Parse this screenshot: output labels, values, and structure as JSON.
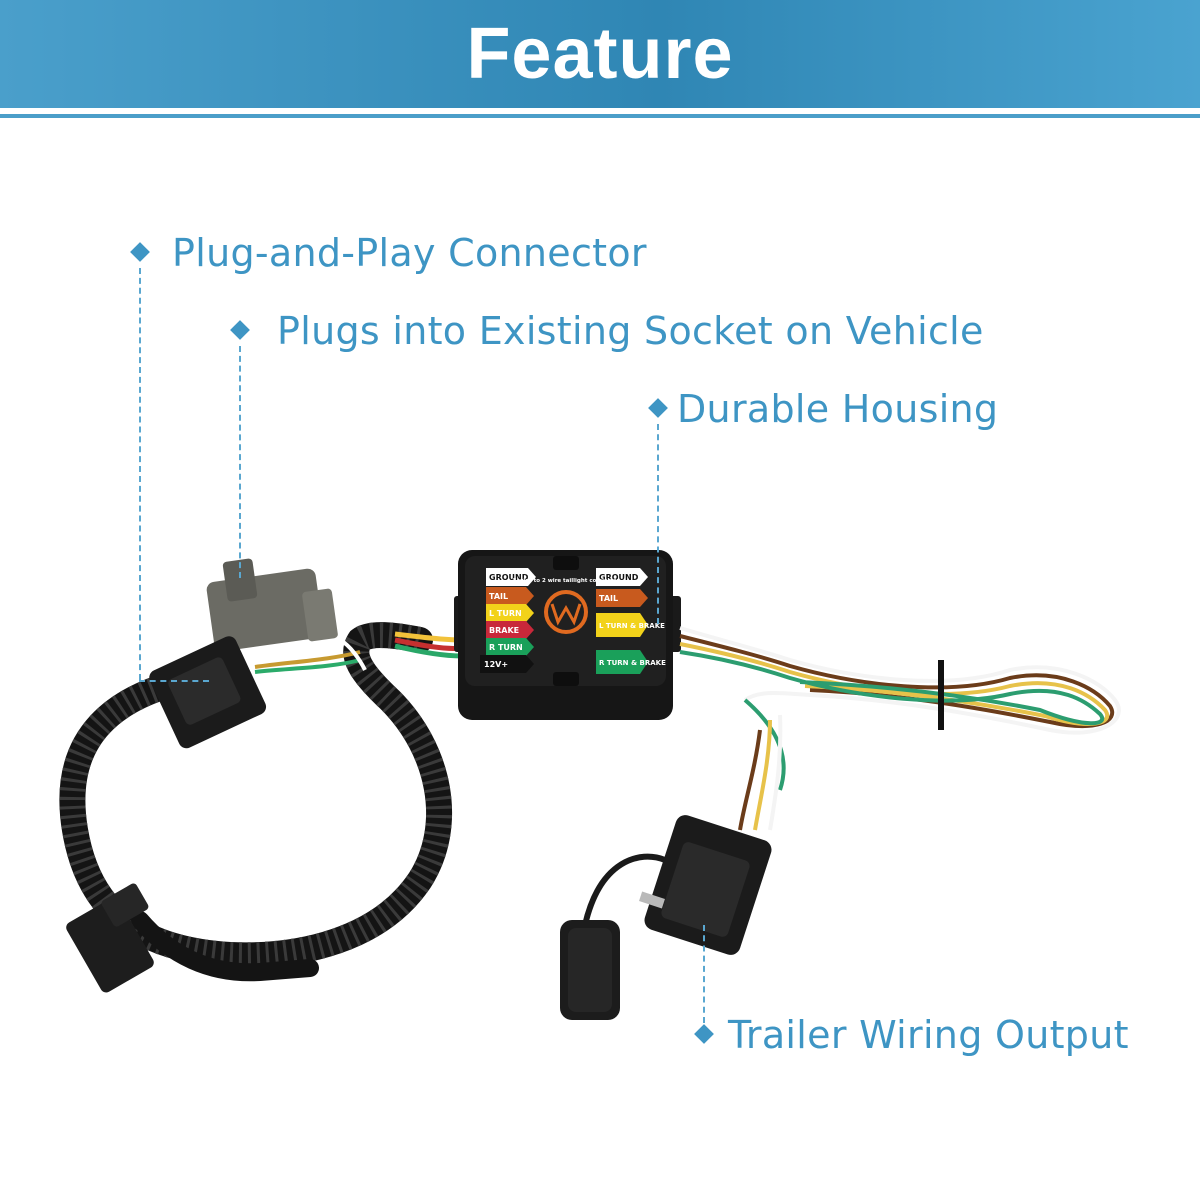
{
  "header": {
    "title": "Feature"
  },
  "callouts": [
    {
      "text": "Plug-and-Play Connector"
    },
    {
      "text": "Plugs into Existing Socket on Vehicle"
    },
    {
      "text": "Durable Housing"
    },
    {
      "text": "Trailer Wiring Output"
    }
  ],
  "panel": {
    "heading": "3 wire to 2 wire taillight converter",
    "left": [
      "GROUND",
      "TAIL",
      "L TURN",
      "BRAKE",
      "R TURN",
      "12V+"
    ],
    "right": [
      "GROUND",
      "TAIL",
      "L TURN & BRAKE",
      "R TURN & BRAKE"
    ]
  },
  "colors": {
    "accent": "#3e95c4",
    "header": "#2f86b4",
    "ground": "#ffffff",
    "tail": "#c85a1e",
    "turn": "#f2d21a",
    "brake": "#c8283a",
    "r_turn": "#1aa05a",
    "power": "#111111"
  }
}
